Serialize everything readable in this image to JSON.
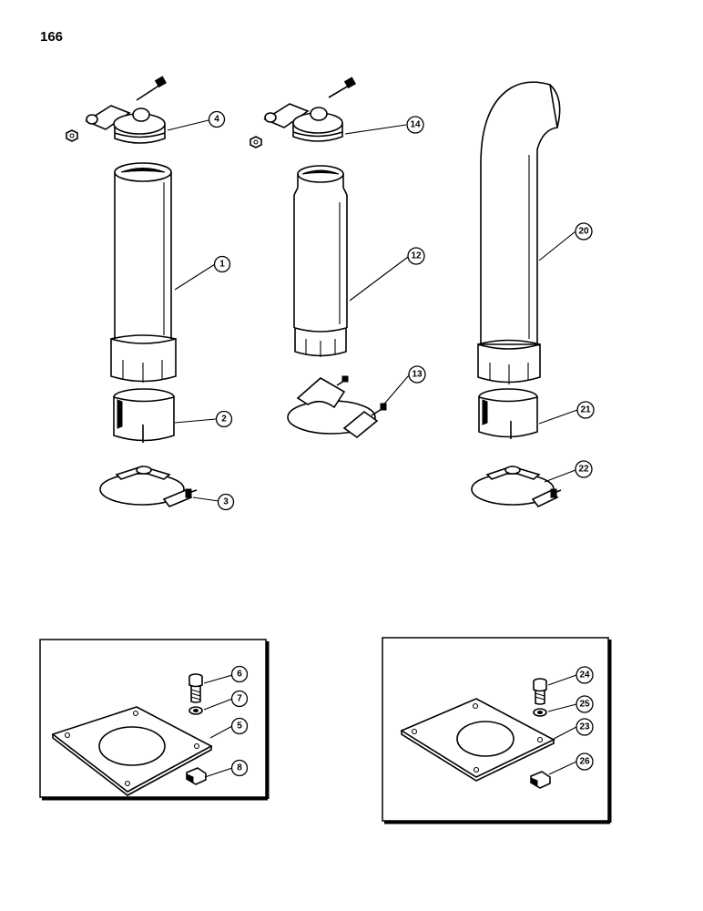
{
  "page_number": "166",
  "callouts": {
    "c1": "1",
    "c2": "2",
    "c3": "3",
    "c4": "4",
    "c5": "5",
    "c6": "6",
    "c7": "7",
    "c8": "8",
    "c12": "12",
    "c13": "13",
    "c14": "14",
    "c20": "20",
    "c21": "21",
    "c22": "22",
    "c23": "23",
    "c24": "24",
    "c25": "25",
    "c26": "26"
  }
}
